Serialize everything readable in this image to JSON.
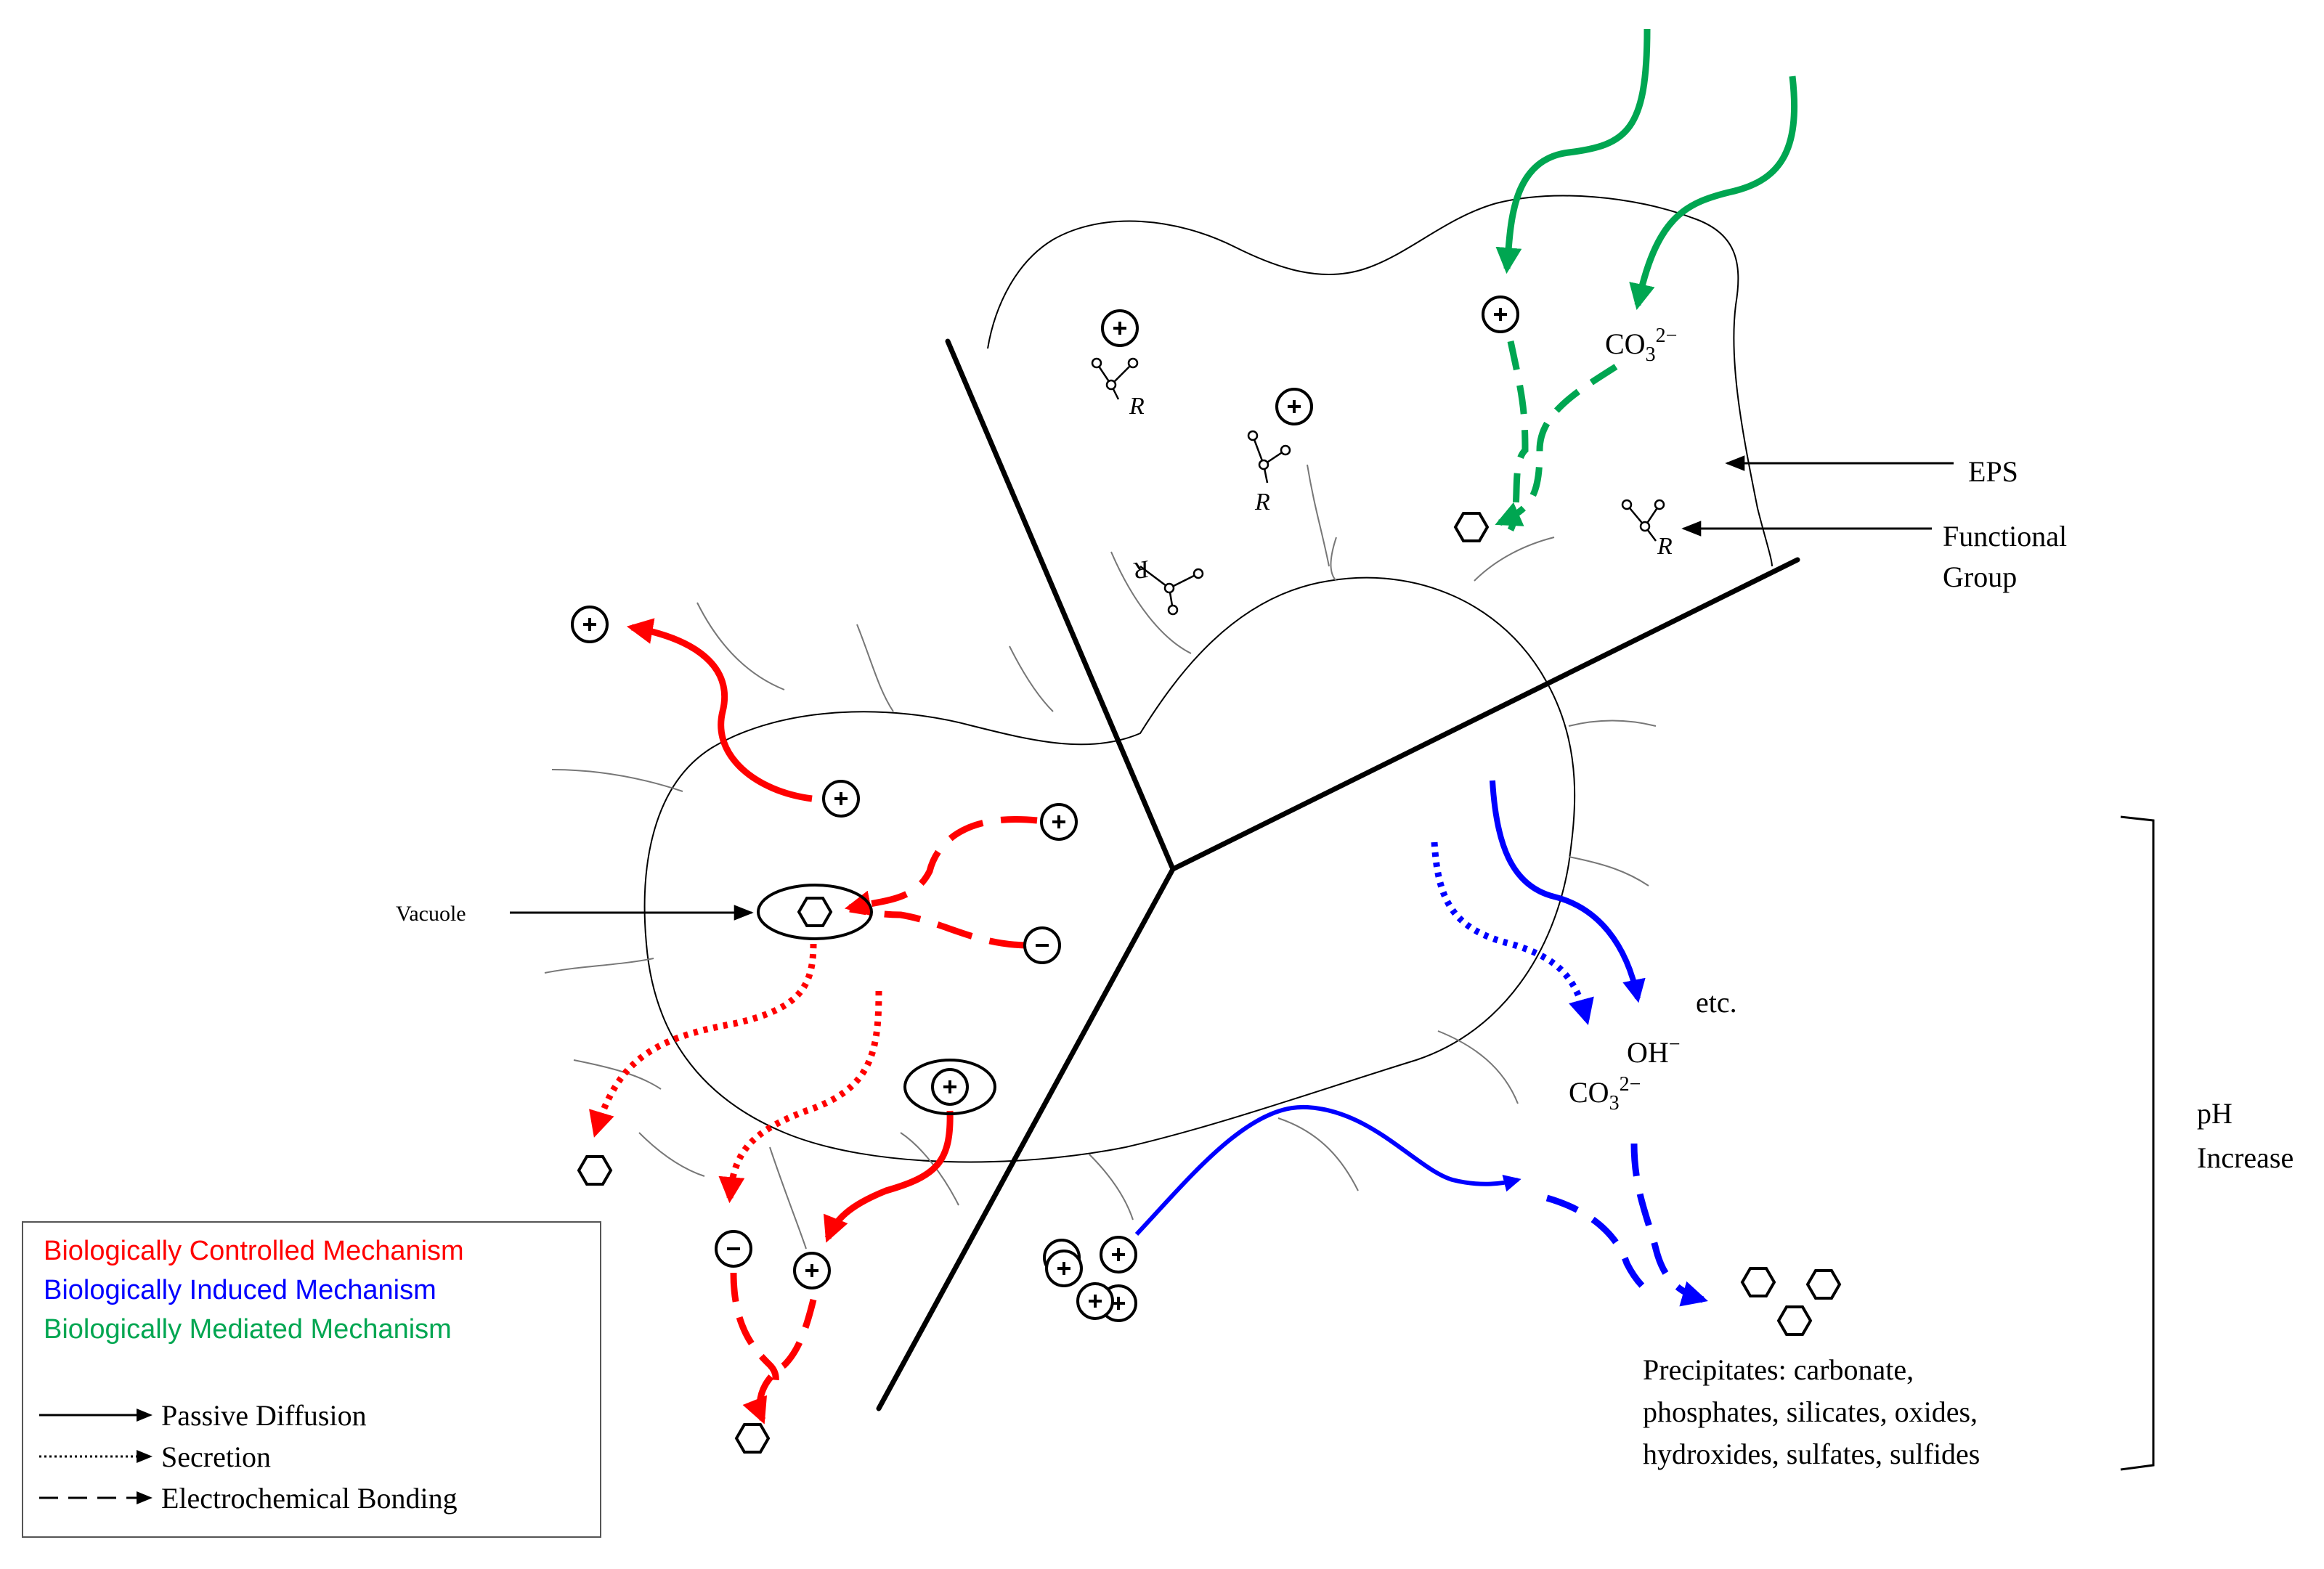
{
  "labels": {
    "eps": "EPS",
    "functional_group_line1": "Functional",
    "functional_group_line2": "Group",
    "vacuole": "Vacuole",
    "carbonate_co3": "CO",
    "carbonate_sub": "3",
    "carbonate_sup": "2−",
    "hydroxide": "OH",
    "hydroxide_sup": "−",
    "etc": "etc.",
    "ph_line1": "pH",
    "ph_line2": "Increase",
    "precipitates_line1": "Precipitates: carbonate,",
    "precipitates_line2": "phosphates, silicates, oxides,",
    "precipitates_line3": "hydroxides, sulfates, sulfides",
    "r_group": "R",
    "plus": "+",
    "minus": "−"
  },
  "legend": {
    "mechanisms": [
      {
        "label": "Biologically Controlled Mechanism",
        "color": "#ff0000"
      },
      {
        "label": "Biologically Induced Mechanism",
        "color": "#0000ff"
      },
      {
        "label": "Biologically Mediated Mechanism",
        "color": "#00a651"
      }
    ],
    "line_types": [
      {
        "label": "Passive Diffusion",
        "style": "solid"
      },
      {
        "label": "Secretion",
        "style": "dotted"
      },
      {
        "label": "Electrochemical Bonding",
        "style": "dashed"
      }
    ]
  },
  "colors": {
    "controlled": "#ff0000",
    "induced": "#0000ff",
    "mediated": "#00a651",
    "ink": "#000000"
  },
  "icons": {
    "cation": "plus-circle-icon",
    "anion": "minus-circle-icon",
    "precipitate": "hexagon-icon",
    "functional_group": "molecule-icon"
  }
}
